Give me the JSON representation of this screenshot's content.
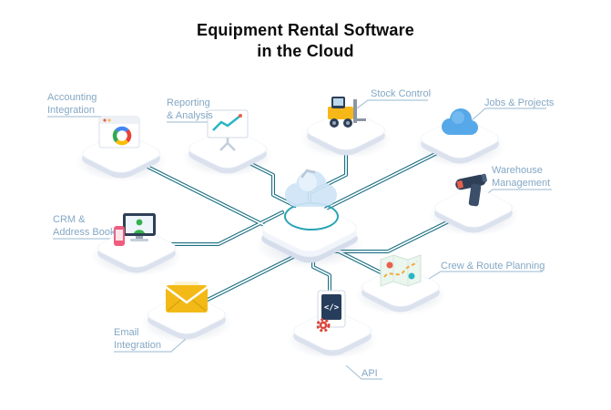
{
  "title": "Equipment Rental Software\nin the Cloud",
  "center": {
    "name": "cloud-platform-hub"
  },
  "nodes": {
    "accounting": {
      "label": "Accounting\nIntegration",
      "icon": "browser-accounting-icon"
    },
    "reporting": {
      "label": "Reporting\n& Analysis",
      "icon": "chart-presentation-icon"
    },
    "stock": {
      "label": "Stock Control",
      "icon": "forklift-icon"
    },
    "jobs": {
      "label": "Jobs & Projects",
      "icon": "cloud-icon"
    },
    "warehouse": {
      "label": "Warehouse\nManagement",
      "icon": "barcode-scanner-icon"
    },
    "crew": {
      "label": "Crew & Route Planning",
      "icon": "map-route-icon"
    },
    "api": {
      "label": "API",
      "icon": "code-window-gear-icon"
    },
    "email": {
      "label": "Email\nIntegration",
      "icon": "envelope-icon"
    },
    "crm": {
      "label": "CRM &\nAddress Book",
      "icon": "monitor-contact-icon"
    }
  },
  "colors": {
    "connector": "#1a6f82",
    "label_text": "#84a7c4",
    "accent_teal": "#27a3b4",
    "platform": "#ffffff"
  }
}
